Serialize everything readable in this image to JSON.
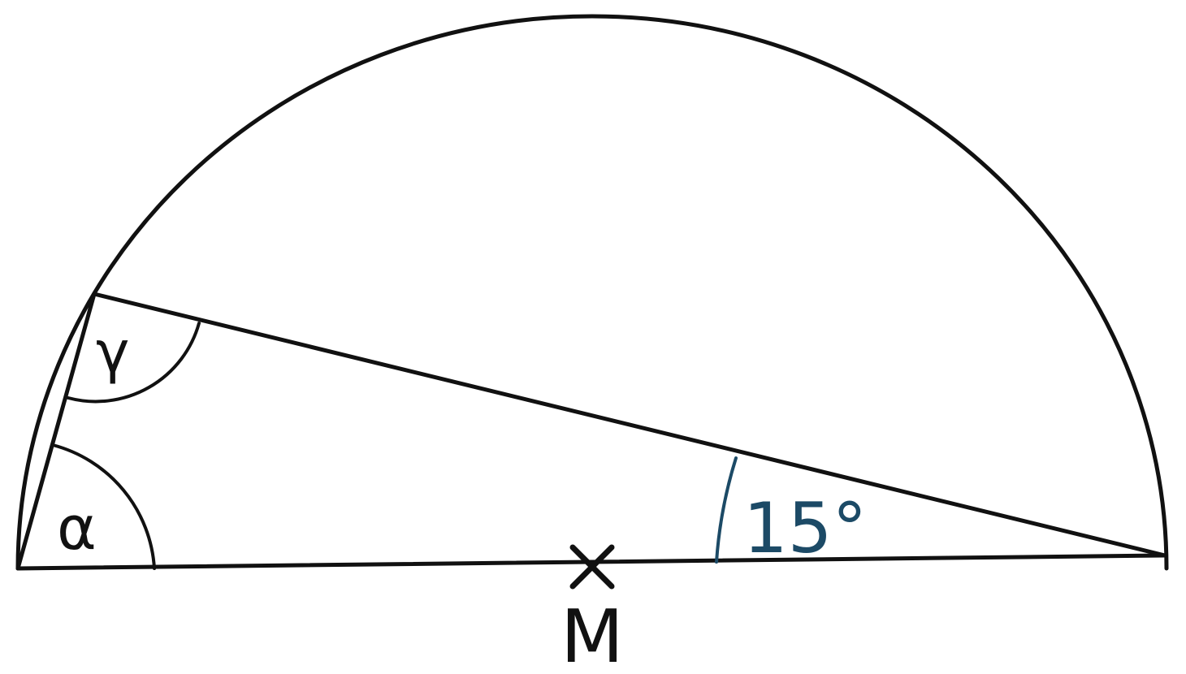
{
  "diagram": {
    "center_label": "M",
    "angle_labels": {
      "alpha": "α",
      "gamma": "γ",
      "given": "15°"
    },
    "colors": {
      "line": "#111111",
      "accent": "#1c4a66",
      "background": "#ffffff"
    }
  }
}
